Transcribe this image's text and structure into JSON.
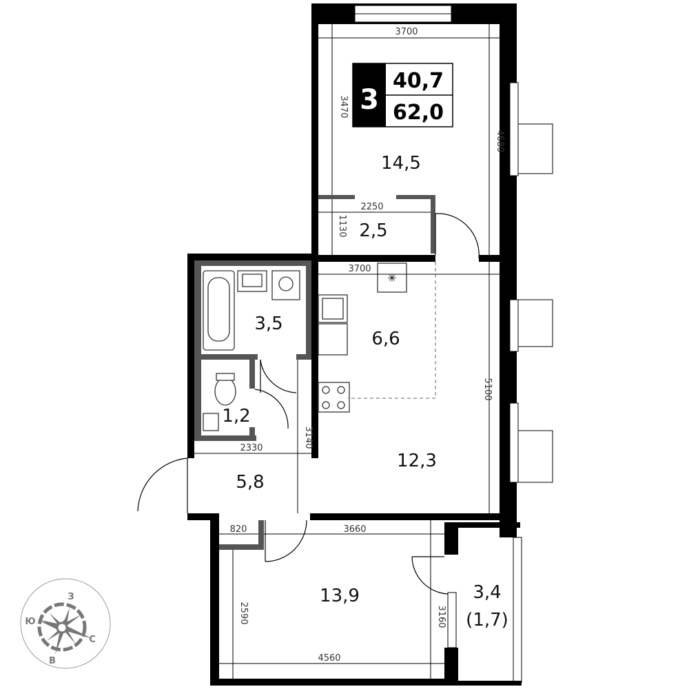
{
  "badge": {
    "rooms": "3",
    "living_area": "40,7",
    "total_area": "62,0"
  },
  "rooms": {
    "living_top": "14,5",
    "closet": "2,5",
    "bathroom": "3,5",
    "toilet": "1,2",
    "hall": "5,8",
    "kitchen": "6,6",
    "living_main": "12,3",
    "bedroom": "13,9",
    "balcony": "3,4",
    "balcony_reduced": "(1,7)"
  },
  "dimensions": {
    "top_width": "3700",
    "top_depth": "3470",
    "top_right": "4680",
    "closet_width": "2250",
    "closet_depth": "1130",
    "kitchen_width": "3700",
    "kitchen_depth": "5100",
    "hall_width": "2330",
    "hall_depth": "3140",
    "niche": "820",
    "bedroom_top": "3660",
    "bedroom_left": "2590",
    "bedroom_right": "3160",
    "bedroom_bottom": "4560"
  },
  "compass": {
    "north": "С",
    "south": "Ю",
    "west": "З",
    "east": "В"
  }
}
